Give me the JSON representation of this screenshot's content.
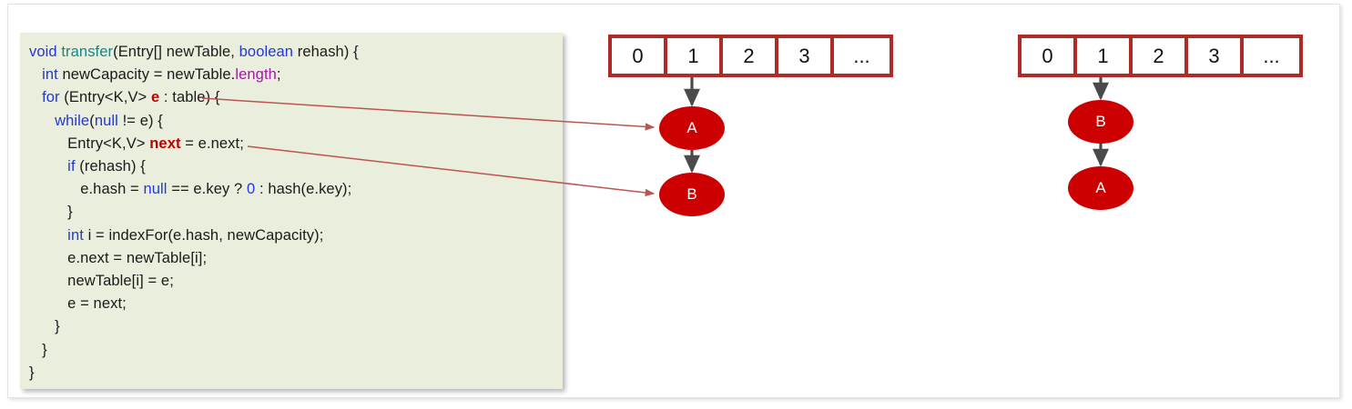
{
  "page": {
    "background_color": "#ffffff",
    "sheet_border_color": "#e3e3e3"
  },
  "code_panel": {
    "background_color": "#eaeedc",
    "keyword_color": "#2238d8",
    "type_color": "#18858c",
    "field_color": "#a617a6",
    "highlight_color": "#c00000",
    "language": "java",
    "lines": [
      "void transfer(Entry[] newTable, boolean rehash) {",
      "   int newCapacity = newTable.length;",
      "   for (Entry<K,V> e : table) {",
      "      while(null != e) {",
      "         Entry<K,V> next = e.next;",
      "         if (rehash) {",
      "            e.hash = null == e.key ? 0 : hash(e.key);",
      "         }",
      "         int i = indexFor(e.hash, newCapacity);",
      "         e.next = newTable[i];",
      "         newTable[i] = e;",
      "         e = next;",
      "      }",
      "   }",
      "}"
    ],
    "tokens": {
      "void": "void",
      "transfer": "transfer",
      "entry_array": "(Entry[] newTable, ",
      "boolean": "boolean",
      "rehash_open": " rehash) {",
      "int": "int",
      "newcapacity": " newCapacity = newTable.",
      "length": "length",
      "semicolon": ";",
      "for": "for",
      "for_rest_a": " (Entry<K,V> ",
      "var_e": "e",
      "for_rest_b": " : table) {",
      "while": "while",
      "while_rest_a": "(",
      "null1": "null",
      "while_rest_b": " != e) {",
      "entry_kv": "Entry<K,V> ",
      "var_next": "next",
      "next_assign": " = e.next;",
      "if": "if",
      "if_rest": " (rehash) {",
      "ehash_a": "e.hash = ",
      "null2": "null",
      "ehash_b": " == e.key ? ",
      "zero": "0",
      "ehash_c": " : hash(e.key);",
      "close_brace": "}",
      "int2": "int",
      "indexfor": " i = indexFor(e.hash, newCapacity);",
      "enext": "e.next = newTable[i];",
      "newtable_assign": "newTable[i] = e;",
      "e_next_assign": "e = next;"
    }
  },
  "diagrams": {
    "border_color": "#af2b28",
    "node_color": "#cc0000",
    "node_label_color": "#ffffff",
    "link_arrow_color": "#4a4a4a",
    "annotation_arrow_color": "#bb5552",
    "before": {
      "title": "before-rehash-bucket",
      "array_cells": [
        "0",
        "1",
        "2",
        "3",
        "..."
      ],
      "bucket_index": "1",
      "nodes": [
        {
          "label": "A"
        },
        {
          "label": "B"
        }
      ]
    },
    "after": {
      "title": "after-rehash-bucket",
      "array_cells": [
        "0",
        "1",
        "2",
        "3",
        "..."
      ],
      "bucket_index": "1",
      "nodes": [
        {
          "label": "B"
        },
        {
          "label": "A"
        }
      ]
    }
  },
  "annotations": [
    {
      "name": "e-points-to-A",
      "source_token": "e",
      "target_node": "A"
    },
    {
      "name": "next-points-to-B",
      "source_token": "next",
      "target_node": "B"
    }
  ]
}
